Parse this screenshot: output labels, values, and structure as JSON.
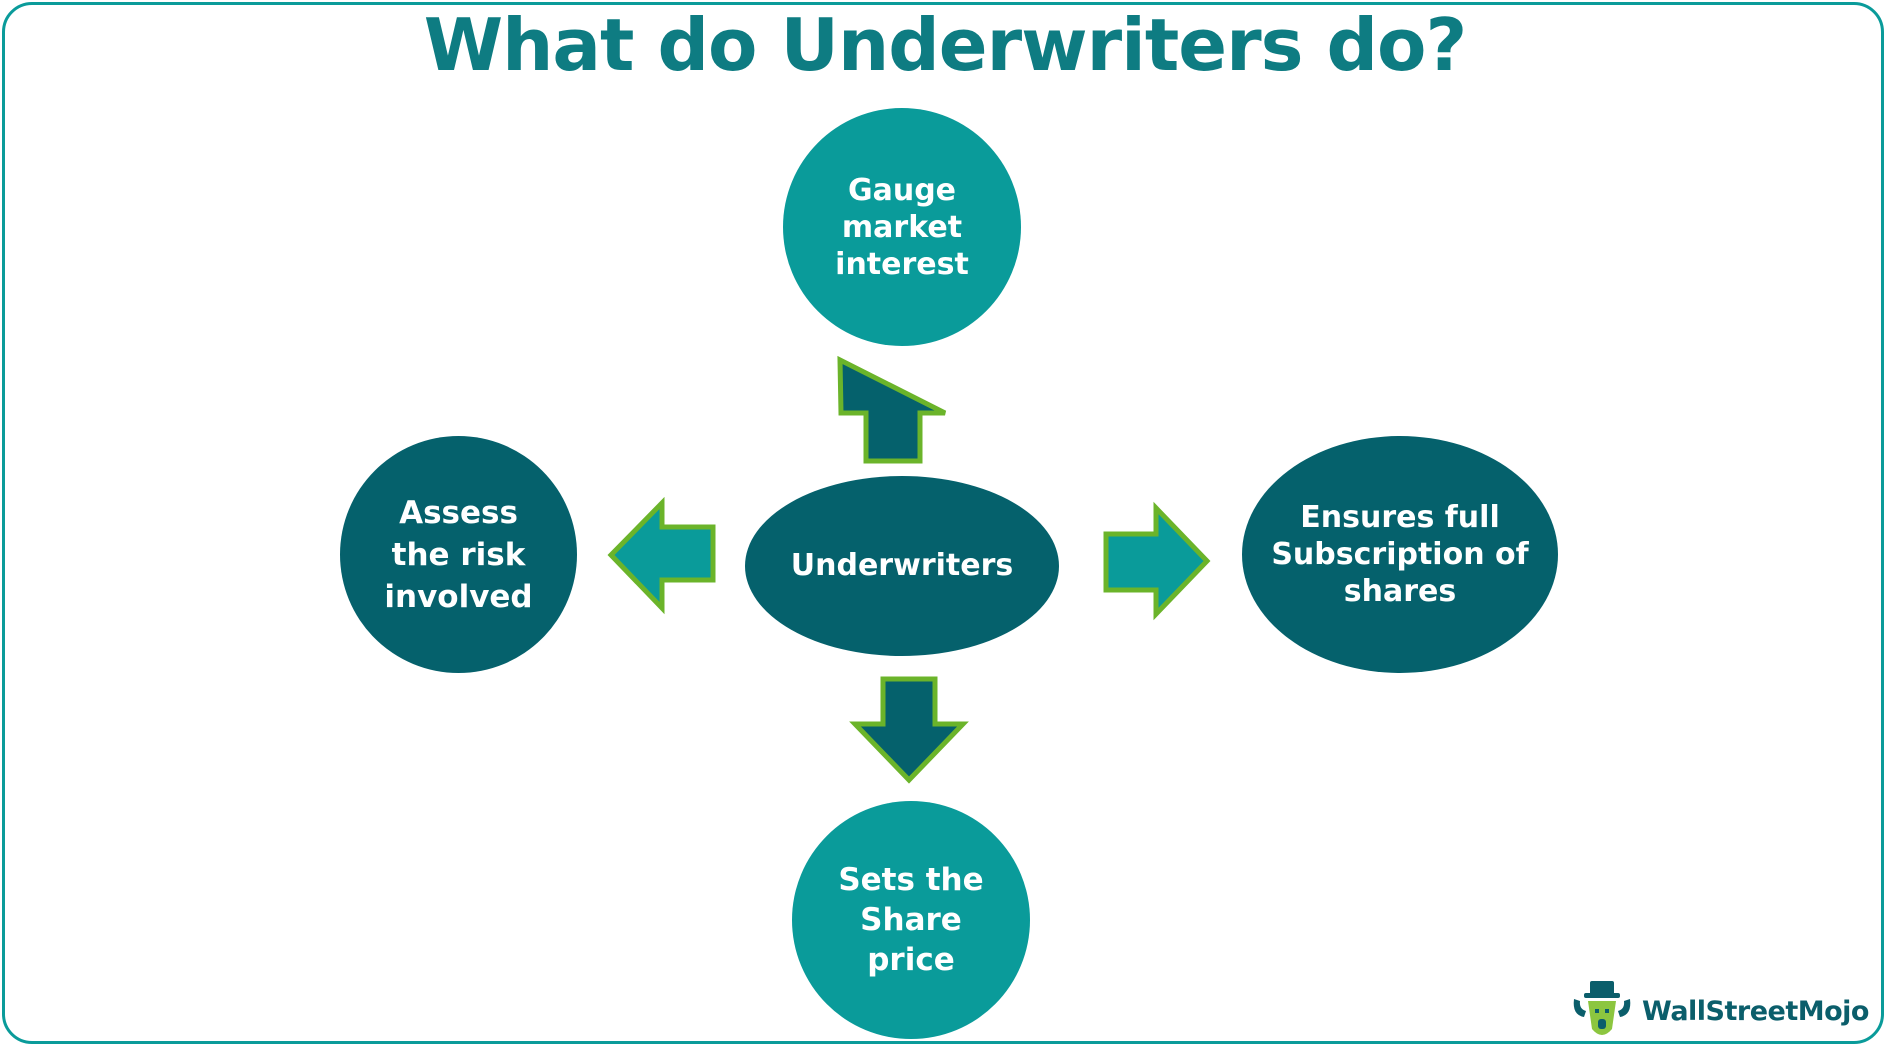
{
  "title": "What do Underwriters do?",
  "center": {
    "label": "Underwriters"
  },
  "nodes": {
    "top": "Gauge\nmarket\ninterest",
    "left": "Assess\nthe risk\ninvolved",
    "right": "Ensures full\nSubscription of\nshares",
    "bottom": "Sets the\nShare\nprice"
  },
  "logo": {
    "part1": "WallStreet",
    "part2": "Mojo"
  },
  "colors": {
    "title": "#0E7C82",
    "light_teal": "#0A9B9A",
    "dark_teal": "#05616C",
    "arrow_outline": "#6BB42A",
    "frame": "#0A9B9A",
    "logo_text": "#0B5E6B",
    "logo_accent": "#8CC63F"
  },
  "icons": [
    "arrow-up-icon",
    "arrow-down-icon",
    "arrow-left-icon",
    "arrow-right-icon",
    "wallstreetmojo-logo-icon"
  ]
}
